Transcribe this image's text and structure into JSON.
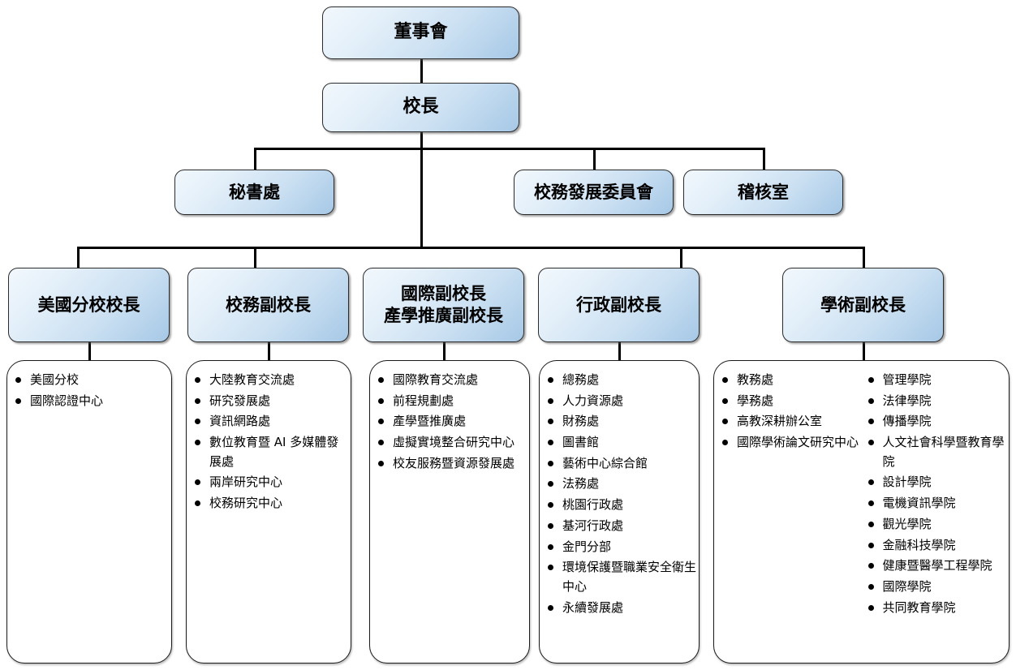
{
  "chart_title": "",
  "nodes": {
    "board": "董事會",
    "president": "校長",
    "secretariat": "秘書處",
    "development_committee": "校務發展委員會",
    "audit_office": "稽核室",
    "vp_usa_campus": "美國分校校長",
    "vp_affairs": "校務副校長",
    "vp_international_line1": "國際副校長",
    "vp_international_line2": "產學推廣副校長",
    "vp_administration": "行政副校長",
    "vp_academic": "學術副校長"
  },
  "panels": {
    "usa_campus": {
      "columns": [
        {
          "items": [
            "美國分校",
            "國際認證中心"
          ]
        }
      ]
    },
    "school_affairs": {
      "columns": [
        {
          "items": [
            "大陸教育交流處",
            "研究發展處",
            "資訊網路處",
            "數位教育暨 AI 多媒體發展處",
            "兩岸研究中心",
            "校務研究中心"
          ]
        }
      ]
    },
    "international": {
      "columns": [
        {
          "items": [
            "國際教育交流處",
            "前程規劃處",
            "產學暨推廣處",
            "虛擬實境整合研究中心",
            "校友服務暨資源發展處"
          ]
        }
      ]
    },
    "administration": {
      "columns": [
        {
          "items": [
            "總務處",
            "人力資源處",
            "財務處",
            "圖書館",
            "藝術中心綜合館",
            "法務處",
            "桃園行政處",
            "基河行政處",
            "金門分部",
            "環境保護暨職業安全衛生中心",
            "永續發展處"
          ]
        }
      ]
    },
    "academic": {
      "columns": [
        {
          "items": [
            "教務處",
            "學務處",
            "高教深耕辦公室",
            "國際學術論文研究中心"
          ]
        },
        {
          "items": [
            "管理學院",
            "法律學院",
            "傳播學院",
            "人文社會科學暨教育學院",
            "設計學院",
            "電機資訊學院",
            "觀光學院",
            "金融科技學院",
            "健康暨醫學工程學院",
            "國際學院",
            "共同教育學院"
          ]
        }
      ]
    }
  },
  "colors": {
    "node_gradient_start": "#f2f8fd",
    "node_gradient_end": "#a6c8e6",
    "node_border": "#2b2b2b",
    "panel_background": "#ffffff",
    "panel_border": "#1a1a1a",
    "line": "#000000",
    "text": "#000000"
  }
}
